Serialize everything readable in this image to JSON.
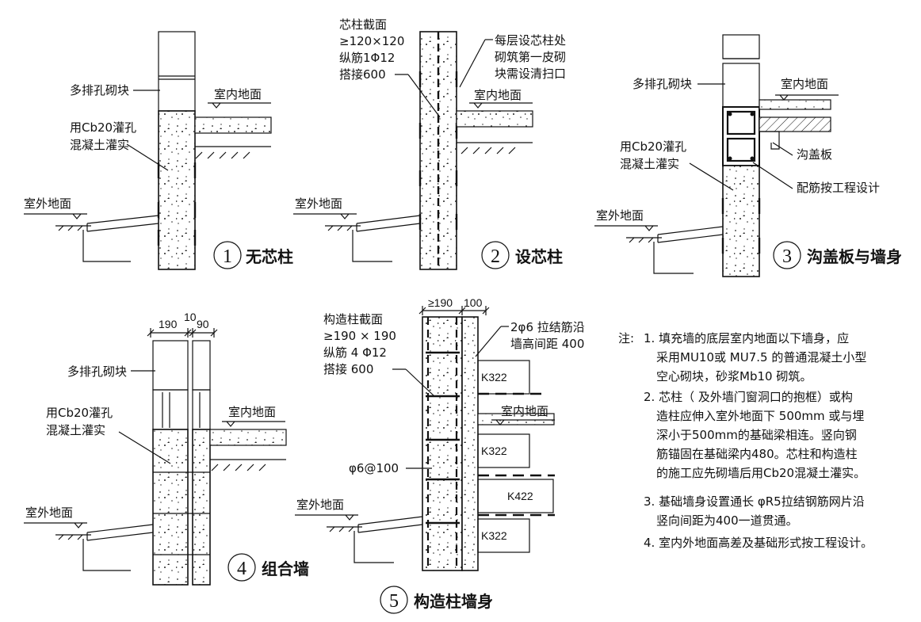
{
  "details": {
    "d1": {
      "number": "1",
      "title": "无芯柱",
      "block_label": "多排孔砌块",
      "grout_label_1": "用Cb20灌孔",
      "grout_label_2": "混凝土灌实",
      "indoor": "室内地面",
      "outdoor": "室外地面"
    },
    "d2": {
      "number": "2",
      "title": "设芯柱",
      "core_1": "芯柱截面",
      "core_2": "≥120×120",
      "core_3": "纵筋1Φ12",
      "core_4": "搭接600",
      "note_1": "每层设芯柱处",
      "note_2": "砌筑第一皮砌",
      "note_3": "块需设清扫口",
      "indoor": "室内地面",
      "outdoor": "室外地面"
    },
    "d3": {
      "number": "3",
      "title": "沟盖板与墙身",
      "block_label": "多排孔砌块",
      "grout_label_1": "用Cb20灌孔",
      "grout_label_2": "混凝土灌实",
      "indoor": "室内地面",
      "outdoor": "室外地面",
      "cover": "沟盖板",
      "rebar": "配筋按工程设计"
    },
    "d4": {
      "number": "4",
      "title": "组合墙",
      "dim_a": "190",
      "dim_b": "10",
      "dim_c": "90",
      "block_label": "多排孔砌块",
      "grout_label_1": "用Cb20灌孔",
      "grout_label_2": "混凝土灌实",
      "indoor": "室内地面",
      "outdoor": "室外地面"
    },
    "d5": {
      "number": "5",
      "title": "构造柱墙身",
      "dim_a": "≥190",
      "dim_b": "100",
      "col_1": "构造柱截面",
      "col_2": "≥190 × 190",
      "col_3": "纵筋 4 Φ12",
      "col_4": "搭接 600",
      "tie_1": "2φ6 拉结筋沿",
      "tie_2": "墙高间距 400",
      "stirrup": "φ6@100",
      "beam_1": "K322",
      "beam_2": "K322",
      "beam_3": "K422",
      "beam_4": "K322",
      "indoor": "室内地面",
      "outdoor": "室外地面"
    }
  },
  "notes": {
    "prefix": "注:",
    "lines": [
      "1. 填充墙的底层室内地面以下墙身，应",
      "采用MU10或 MU7.5 的普通混凝土小型",
      "空心砌块，砂浆Mb10 砌筑。",
      "2. 芯柱（ 及外墙门窗洞口的抱框）或构",
      "造柱应伸入室外地面下 500mm 或与埋",
      "深小于500mm的基础梁相连。竖向钢",
      "筋锚固在基础梁内480。芯柱和构造柱",
      "的施工应先砌墙后用Cb20混凝土灌实。",
      "3. 基础墙身设置通长 φR5拉结钢筋网片沿",
      "竖向间距为400一道贯通。",
      "4. 室内外地面高差及基础形式按工程设计。"
    ]
  }
}
